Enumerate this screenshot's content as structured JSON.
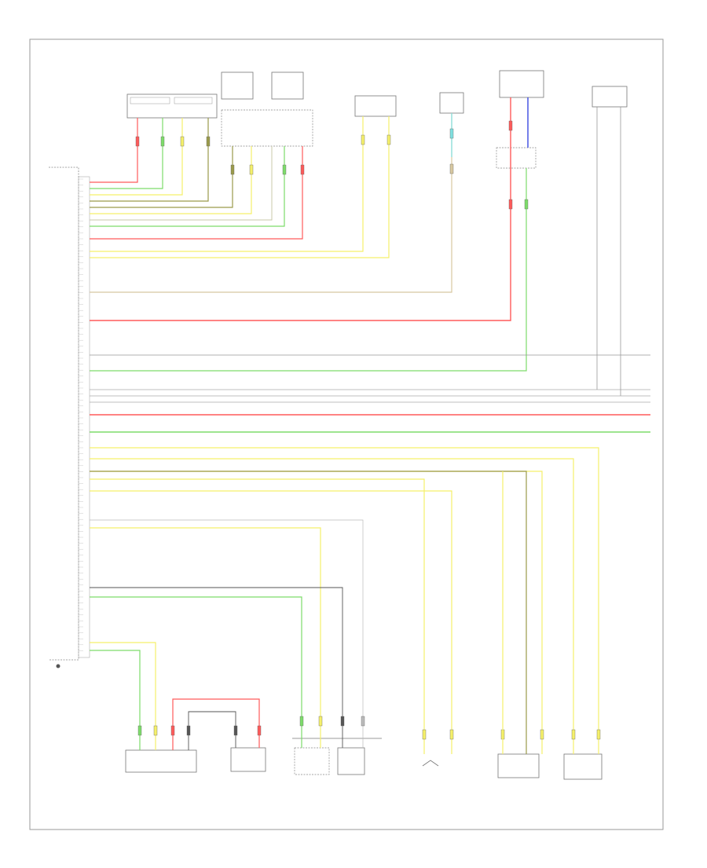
{
  "page_id": "",
  "components": [
    {
      "id": "c1",
      "label": ""
    },
    {
      "id": "c2",
      "label": ""
    },
    {
      "id": "c3",
      "label": ""
    },
    {
      "id": "c4",
      "label": ""
    },
    {
      "id": "c5",
      "label": ""
    },
    {
      "id": "c6",
      "label": ""
    },
    {
      "id": "c7",
      "label": ""
    },
    {
      "id": "c8",
      "label": ""
    },
    {
      "id": "c9",
      "label": ""
    },
    {
      "id": "c10",
      "label": ""
    },
    {
      "id": "c11",
      "label": ""
    },
    {
      "id": "c12",
      "label": ""
    },
    {
      "id": "c13",
      "label": ""
    },
    {
      "id": "c14",
      "label": ""
    },
    {
      "id": "c15",
      "label": ""
    }
  ],
  "wire_colors": {
    "red": "#ff5a5a",
    "green": "#7ddc6a",
    "yellow": "#f5f06a",
    "olive": "#9a9a4a",
    "tan": "#d8c8a0",
    "gray": "#8a8a8a",
    "blue": "#3a4ae0",
    "cyan": "#7fe0e0",
    "dark": "#555555"
  }
}
